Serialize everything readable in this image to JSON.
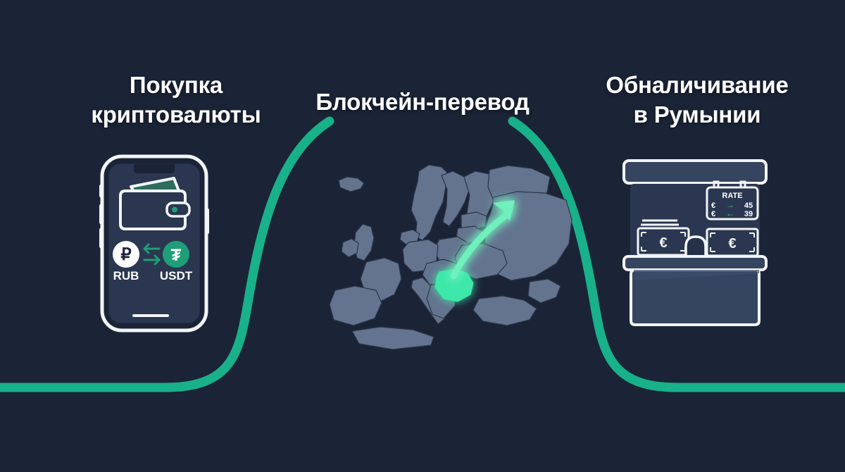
{
  "theme": {
    "background": "#1b2437",
    "accent_green": "#18b189",
    "bright_green": "#3ee8a9",
    "outline_white": "#f2f5f8",
    "map_land": "#64748f",
    "map_land_dark": "#222c42",
    "panel_slate": "#35455f",
    "text_white": "#ffffff"
  },
  "stages": [
    {
      "id": "buy-crypto",
      "title": "Покупка\nкриптовалюты",
      "icon": "smartphone-wallet-icon"
    },
    {
      "id": "blockchain-transfer",
      "title": "Блокчейн-перевод",
      "icon": "europe-map-icon"
    },
    {
      "id": "cash-out-romania",
      "title": "Обналичивание\nв Румынии",
      "icon": "exchange-booth-icon"
    }
  ],
  "phone": {
    "wallet_icon": "wallet-icon",
    "from_currency": {
      "code": "RUB",
      "symbol": "₽",
      "badge_color": "#ffffff",
      "symbol_color": "#1b2437"
    },
    "to_currency": {
      "code": "USDT",
      "symbol": "₮",
      "badge_color": "#1f9e78",
      "symbol_color": "#ffffff"
    },
    "swap_icon": "swap-arrows-icon"
  },
  "map": {
    "highlight_country": "Romania",
    "highlight_color": "#3ee8a9",
    "arrow_icon": "curved-arrow-northeast-icon",
    "arrow_direction": "northeast"
  },
  "booth": {
    "rate_board": {
      "header": "RATE",
      "rows": [
        {
          "currency": "€",
          "arrow": "→",
          "value": "45"
        },
        {
          "currency": "€",
          "arrow": "←",
          "value": "39"
        }
      ]
    },
    "banknote_left": {
      "symbol": "€",
      "type": "stack"
    },
    "banknote_right": {
      "symbol": "€",
      "type": "single"
    },
    "window_icon": "teller-window-icon"
  },
  "flow_line": {
    "color": "#18b189",
    "description": "wave-connector"
  }
}
